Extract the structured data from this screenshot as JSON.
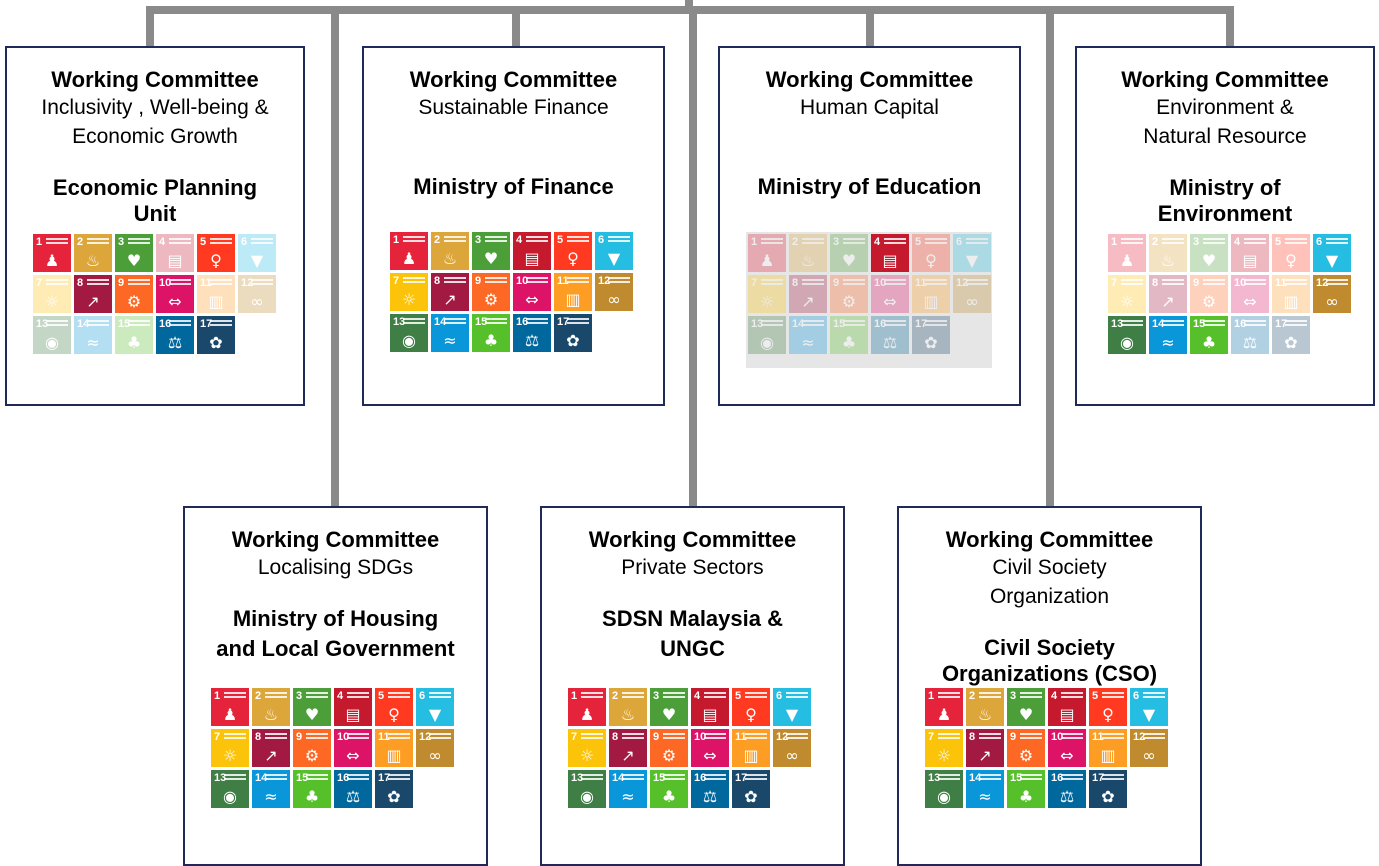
{
  "sdg": {
    "colors": [
      "#e5243b",
      "#dda63a",
      "#4c9f38",
      "#c5192d",
      "#ff3a21",
      "#26bde2",
      "#fcc30b",
      "#a21942",
      "#fd6925",
      "#dd1367",
      "#fd9d24",
      "#bf8b2e",
      "#3f7e44",
      "#0a97d9",
      "#56c02b",
      "#00689d",
      "#19486a"
    ],
    "glyphs": [
      "♟",
      "♨",
      "♥",
      "▤",
      "♀",
      "▼",
      "☼",
      "↗",
      "⚙",
      "⇔",
      "▥",
      "∞",
      "◉",
      "≈",
      "♣",
      "⚖",
      "✿"
    ],
    "numbers": [
      "1",
      "2",
      "3",
      "4",
      "5",
      "6",
      "7",
      "8",
      "9",
      "10",
      "11",
      "12",
      "13",
      "14",
      "15",
      "16",
      "17"
    ]
  },
  "committees": [
    {
      "title": "Working Committee",
      "subtitle": [
        "Inclusivity , Well-being &",
        "Economic Growth"
      ],
      "lead": [
        "Economic Planning",
        "Unit"
      ],
      "active": [
        1,
        2,
        3,
        5,
        8,
        9,
        10,
        16,
        17
      ]
    },
    {
      "title": "Working Committee",
      "subtitle": [
        "Sustainable Finance"
      ],
      "lead": [
        "Ministry of Finance"
      ],
      "active": [
        1,
        2,
        3,
        4,
        5,
        6,
        7,
        8,
        9,
        10,
        11,
        12,
        13,
        14,
        15,
        16,
        17
      ]
    },
    {
      "title": "Working Committee",
      "subtitle": [
        "Human Capital"
      ],
      "lead": [
        "Ministry of Education"
      ],
      "active": [
        4
      ]
    },
    {
      "title": "Working Committee",
      "subtitle": [
        "Environment &",
        "Natural Resource"
      ],
      "lead": [
        "Ministry of",
        "Environment"
      ],
      "active": [
        6,
        12,
        13,
        14,
        15
      ]
    },
    {
      "title": "Working Committee",
      "subtitle": [
        "Localising SDGs"
      ],
      "lead": [
        "Ministry of Housing",
        "and Local Government"
      ],
      "active": [
        1,
        2,
        3,
        4,
        5,
        6,
        7,
        8,
        9,
        10,
        11,
        12,
        13,
        14,
        15,
        16,
        17
      ]
    },
    {
      "title": "Working Committee",
      "subtitle": [
        "Private Sectors"
      ],
      "lead": [
        "SDSN Malaysia &",
        "UNGC"
      ],
      "active": [
        1,
        2,
        3,
        4,
        5,
        6,
        7,
        8,
        9,
        10,
        11,
        12,
        13,
        14,
        15,
        16,
        17
      ]
    },
    {
      "title": "Working Committee",
      "subtitle": [
        "Civil Society",
        "Organization"
      ],
      "lead": [
        "Civil Society",
        "Organizations (CSO)"
      ],
      "active": [
        1,
        2,
        3,
        4,
        5,
        6,
        7,
        8,
        9,
        10,
        11,
        12,
        13,
        14,
        15,
        16,
        17
      ]
    }
  ]
}
